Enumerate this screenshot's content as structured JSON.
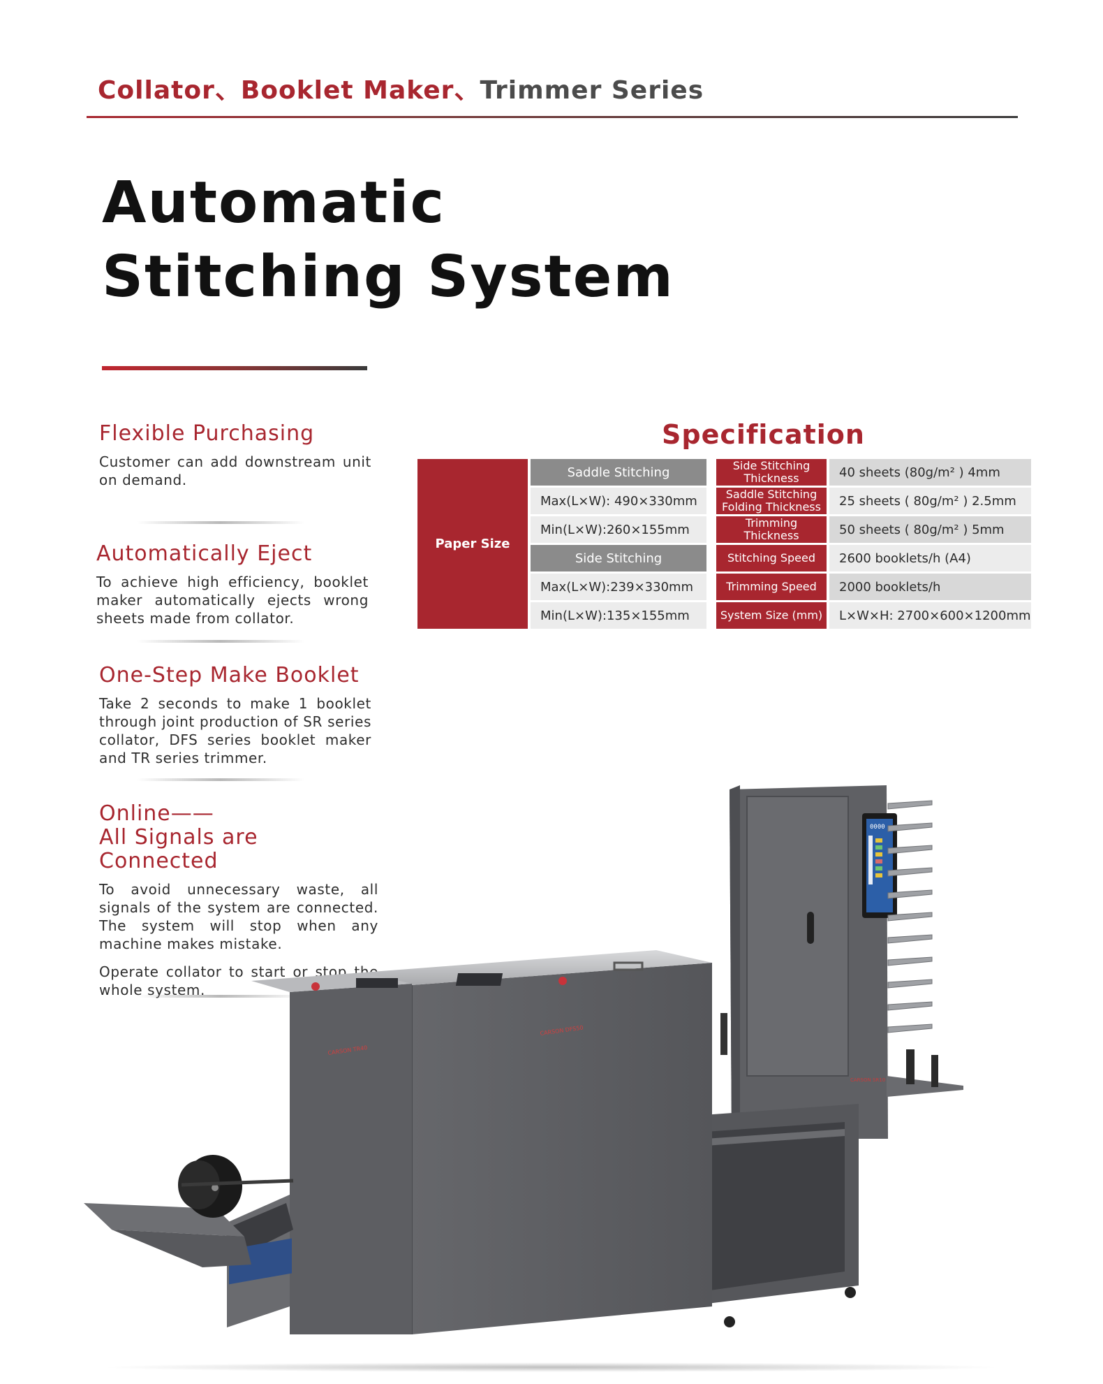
{
  "header": {
    "series_part1": "Collator、",
    "series_part2": "Booklet Maker、",
    "series_part3": "Trimmer Series",
    "title_line1": "Automatic",
    "title_line2": "Stitching System"
  },
  "features": [
    {
      "title": "Flexible Purchasing",
      "body": [
        "Customer can add downstream unit on demand."
      ]
    },
    {
      "title": "Automatically Eject",
      "body": [
        "To achieve high efficiency, booklet maker automatically ejects wrong sheets made from collator."
      ]
    },
    {
      "title": "One-Step Make Booklet",
      "body": [
        "Take 2 seconds to make 1 booklet through joint production of SR series collator, DFS series booklet maker and TR series trimmer."
      ]
    },
    {
      "title_line1": "Online——",
      "title_line2": "All Signals are Connected",
      "body": [
        "To avoid unnecessary waste, all signals of the system are connected. The system will stop when any machine makes mistake.",
        "Operate collator to start or stop the whole system."
      ]
    }
  ],
  "specification": {
    "title": "Specification",
    "paper_size_label": "Paper Size",
    "saddle_stitching_label": "Saddle Stitching",
    "saddle_max": "Max(L×W): 490×330mm",
    "saddle_min": "Min(L×W):260×155mm",
    "side_stitching_label": "Side Stitching",
    "side_max": "Max(L×W):239×330mm",
    "side_min": "Min(L×W):135×155mm",
    "rows": [
      {
        "label": "Side Stitching Thickness",
        "value": "40 sheets (80g/m² ) 4mm"
      },
      {
        "label": "Saddle Stitching Folding Thickness",
        "value": "25 sheets ( 80g/m² ) 2.5mm"
      },
      {
        "label": "Trimming Thickness",
        "value": "50 sheets ( 80g/m² ) 5mm"
      },
      {
        "label": "Stitching Speed",
        "value": "2600 booklets/h (A4)"
      },
      {
        "label": "Trimming Speed",
        "value": "2000 booklets/h"
      },
      {
        "label": "System Size (mm)",
        "value": "L×W×H: 2700×600×1200mm"
      }
    ]
  },
  "machine": {
    "brand_label_1": "CARSON TR40",
    "brand_label_2": "CARSON DFS50",
    "brand_label_3": "CARSON SR10",
    "screen_text": "0000"
  },
  "colors": {
    "accent": "#a8262f",
    "dark_gray": "#5b5c60",
    "light_gray": "#ececec"
  }
}
